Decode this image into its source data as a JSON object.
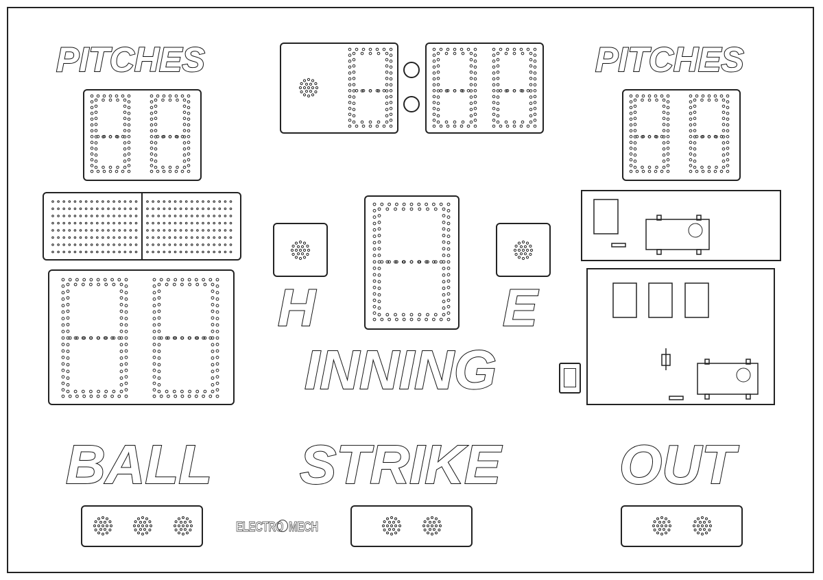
{
  "labels": {
    "pitches_left": "PITCHES",
    "pitches_right": "PITCHES",
    "home": "H",
    "error": "E",
    "inning": "INNING",
    "ball": "BALL",
    "strike": "STRIKE",
    "out": "OUT"
  },
  "logo": {
    "text_left": "ELECTRO",
    "text_right": "MECH"
  },
  "colors": {
    "line": "#222222",
    "background": "#ffffff"
  },
  "indicators": {
    "ball_count": 3,
    "strike_count": 2,
    "out_count": 2
  }
}
